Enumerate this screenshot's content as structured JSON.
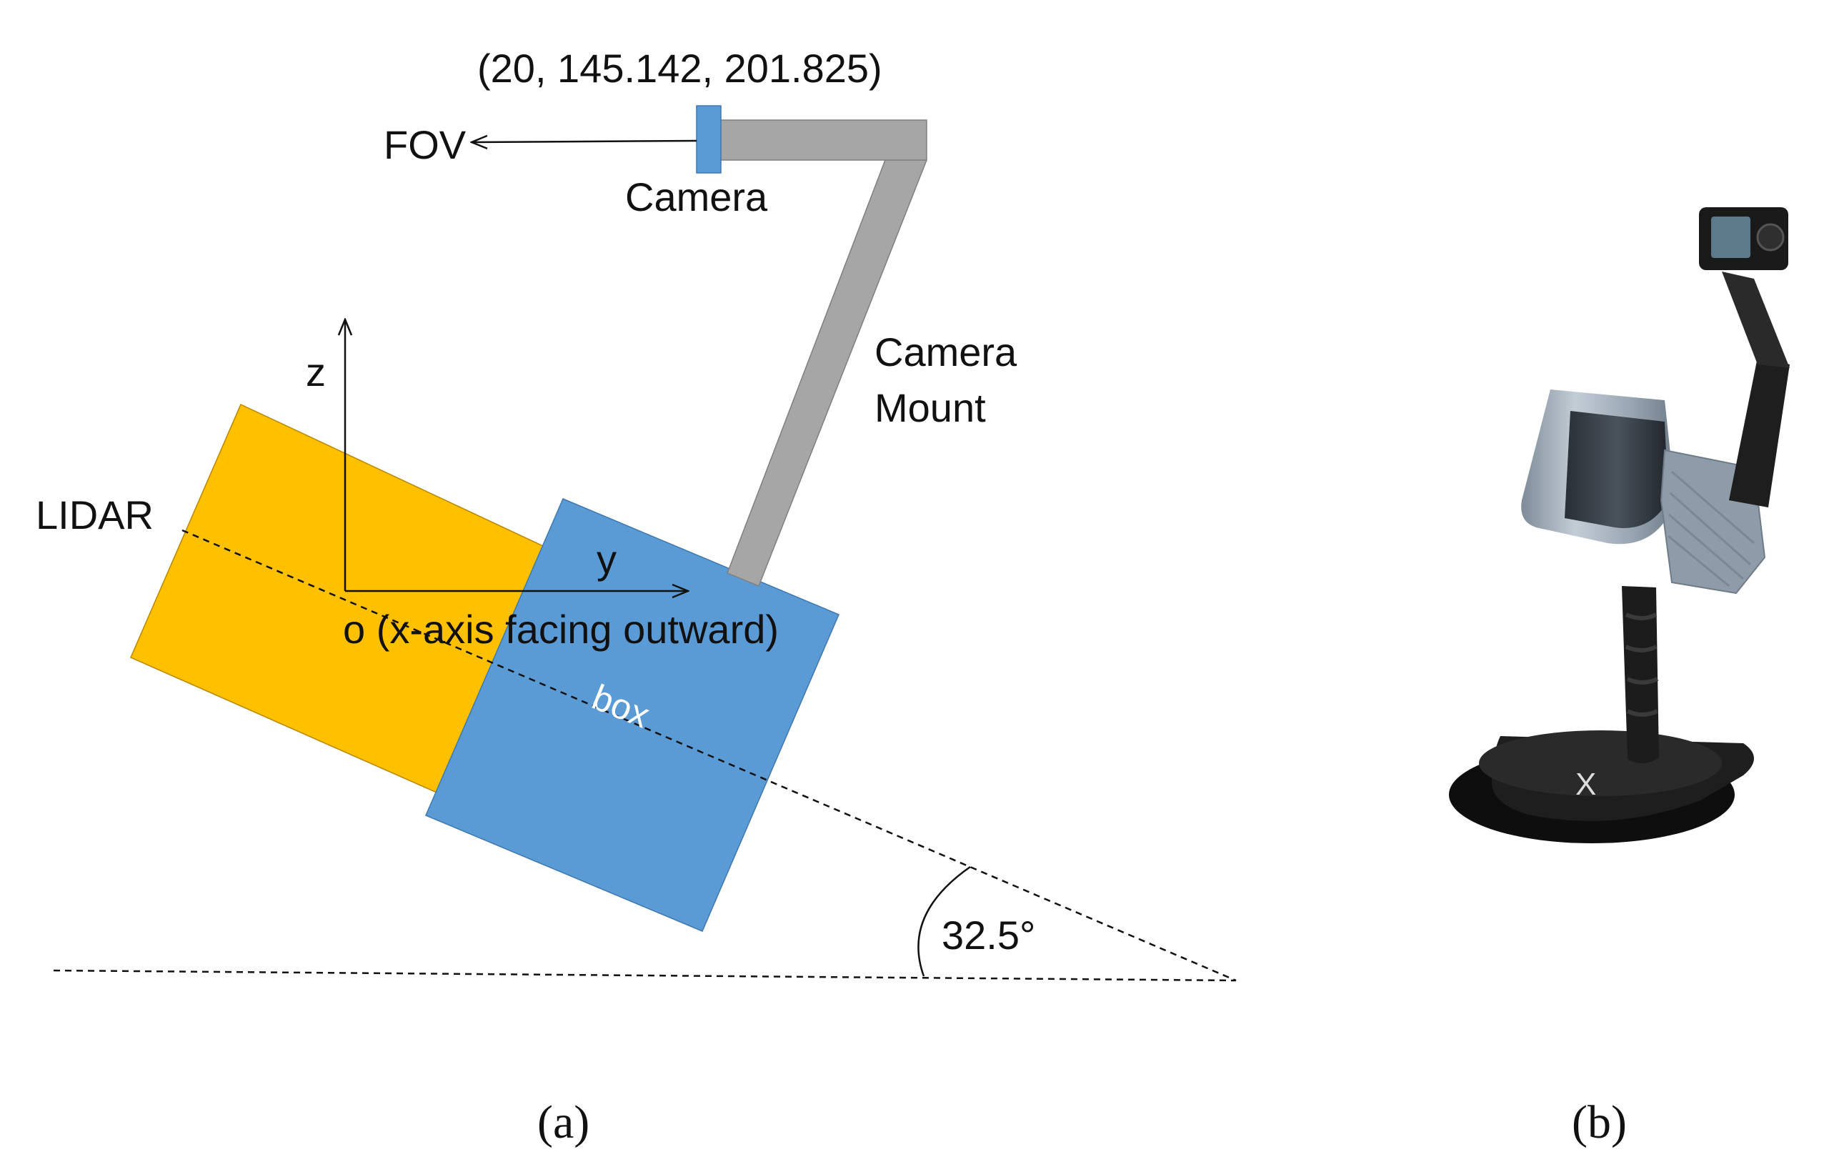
{
  "panel_a": {
    "camera_coords": "(20, 145.142, 201.825)",
    "fov_label": "FOV",
    "camera_label": "Camera",
    "mount_label_line1": "Camera",
    "mount_label_line2": "Mount",
    "z_label": "z",
    "y_label": "y",
    "origin_label": "o (x-axis facing outward)",
    "lidar_label": "LIDAR",
    "box_label": "box",
    "angle_label": "32.5°",
    "caption": "(a)"
  },
  "panel_b": {
    "caption": "(b)",
    "device_logo": "X"
  },
  "colors": {
    "lidar": "#FFC000",
    "box": "#5B9BD5",
    "mount": "#A6A6A6",
    "camera": "#5B9BD5",
    "device_silver": "#9DA9B6",
    "device_black": "#1E1E1E"
  }
}
